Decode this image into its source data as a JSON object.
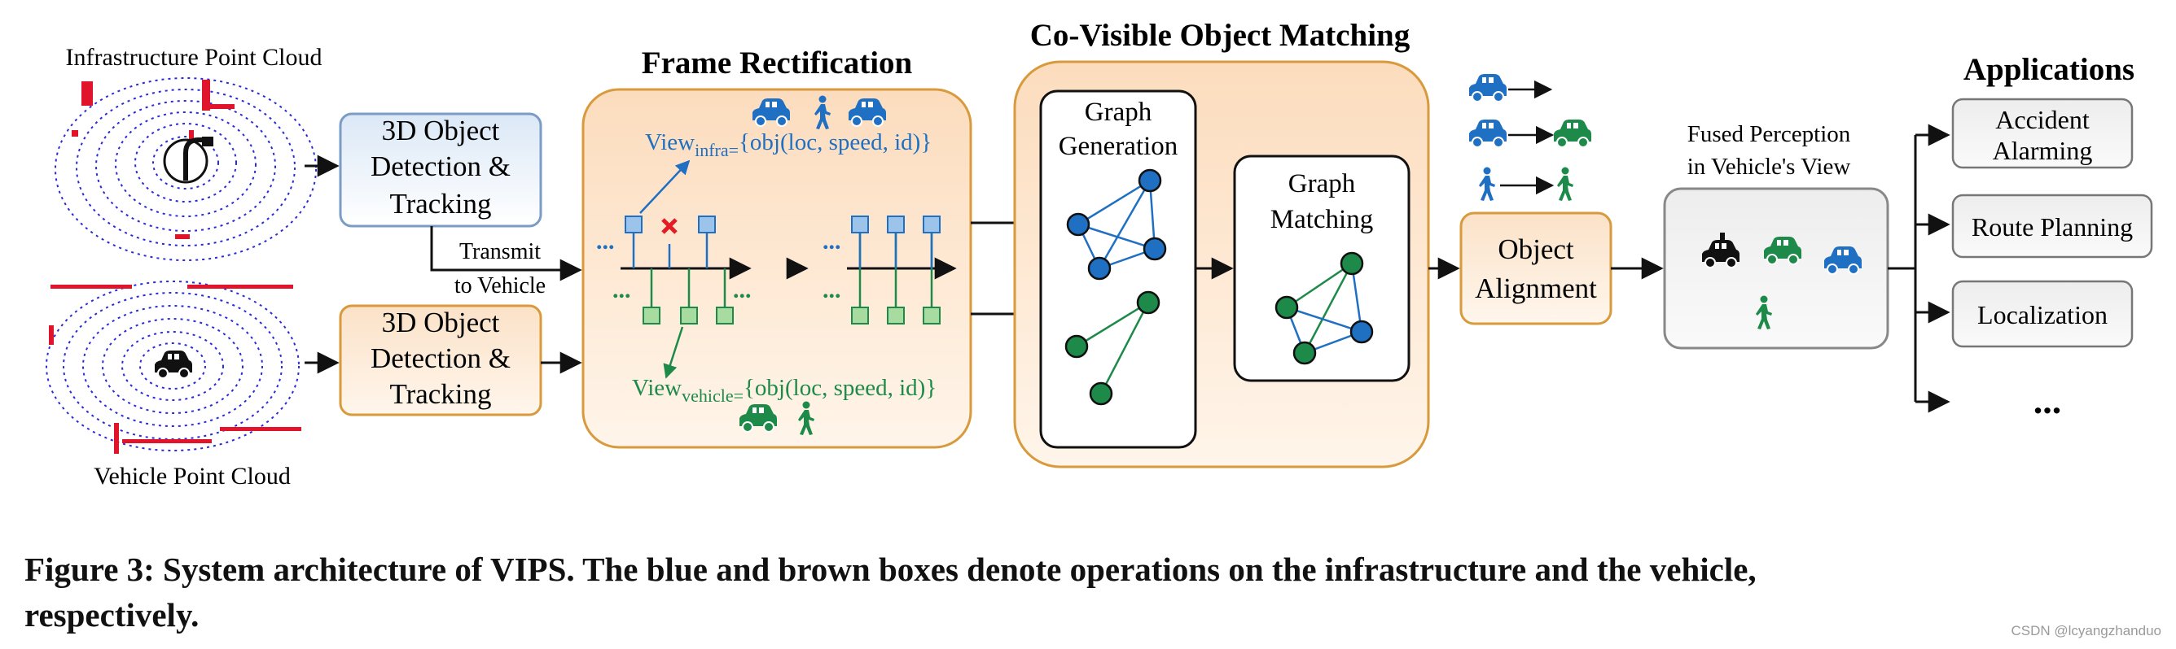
{
  "point_clouds": {
    "infra_label": "Infrastructure Point Cloud",
    "vehicle_label": "Vehicle Point Cloud"
  },
  "detection": {
    "infra_line1": "3D Object",
    "infra_line2": "Detection &",
    "infra_line3": "Tracking",
    "vehicle_line1": "3D Object",
    "vehicle_line2": "Detection &",
    "vehicle_line3": "Tracking"
  },
  "transmit": {
    "line1": "Transmit",
    "line2": "to Vehicle"
  },
  "frame_rectification": {
    "title": "Frame Rectification",
    "view_infra_prefix": "View",
    "view_infra_sub": "infra=",
    "view_infra_rest": "{obj(loc, speed, id)}",
    "view_vehicle_prefix": "View",
    "view_vehicle_sub": "vehicle=",
    "view_vehicle_rest": "{obj(loc, speed, id)}"
  },
  "matching": {
    "title": "Co-Visible Object Matching",
    "gen_line1": "Graph",
    "gen_line2": "Generation",
    "match_line1": "Graph",
    "match_line2": "Matching"
  },
  "alignment": {
    "line1": "Object",
    "line2": "Alignment"
  },
  "fused": {
    "line1": "Fused Perception",
    "line2": "in Vehicle's View"
  },
  "applications": {
    "title": "Applications",
    "item1_line1": "Accident",
    "item1_line2": "Alarming",
    "item2": "Route Planning",
    "item3": "Localization",
    "more": "..."
  },
  "caption": {
    "line1": "Figure 3: System architecture of VIPS. The blue and brown boxes denote operations on the infrastructure and the vehicle,",
    "line2": "respectively."
  },
  "watermark": "CSDN @lcyangzhanduo",
  "colors": {
    "infra_blue": "#1f6fc2",
    "vehicle_green": "#1e8a4a",
    "infra_box_border": "#7a9cc6",
    "vehicle_box_border": "#d89a3c",
    "vehicle_box_fill": "#fbe9d6",
    "cross_red": "#e31b23",
    "cloud_blue": "#2a2ad8",
    "cloud_red": "#e0142a"
  }
}
